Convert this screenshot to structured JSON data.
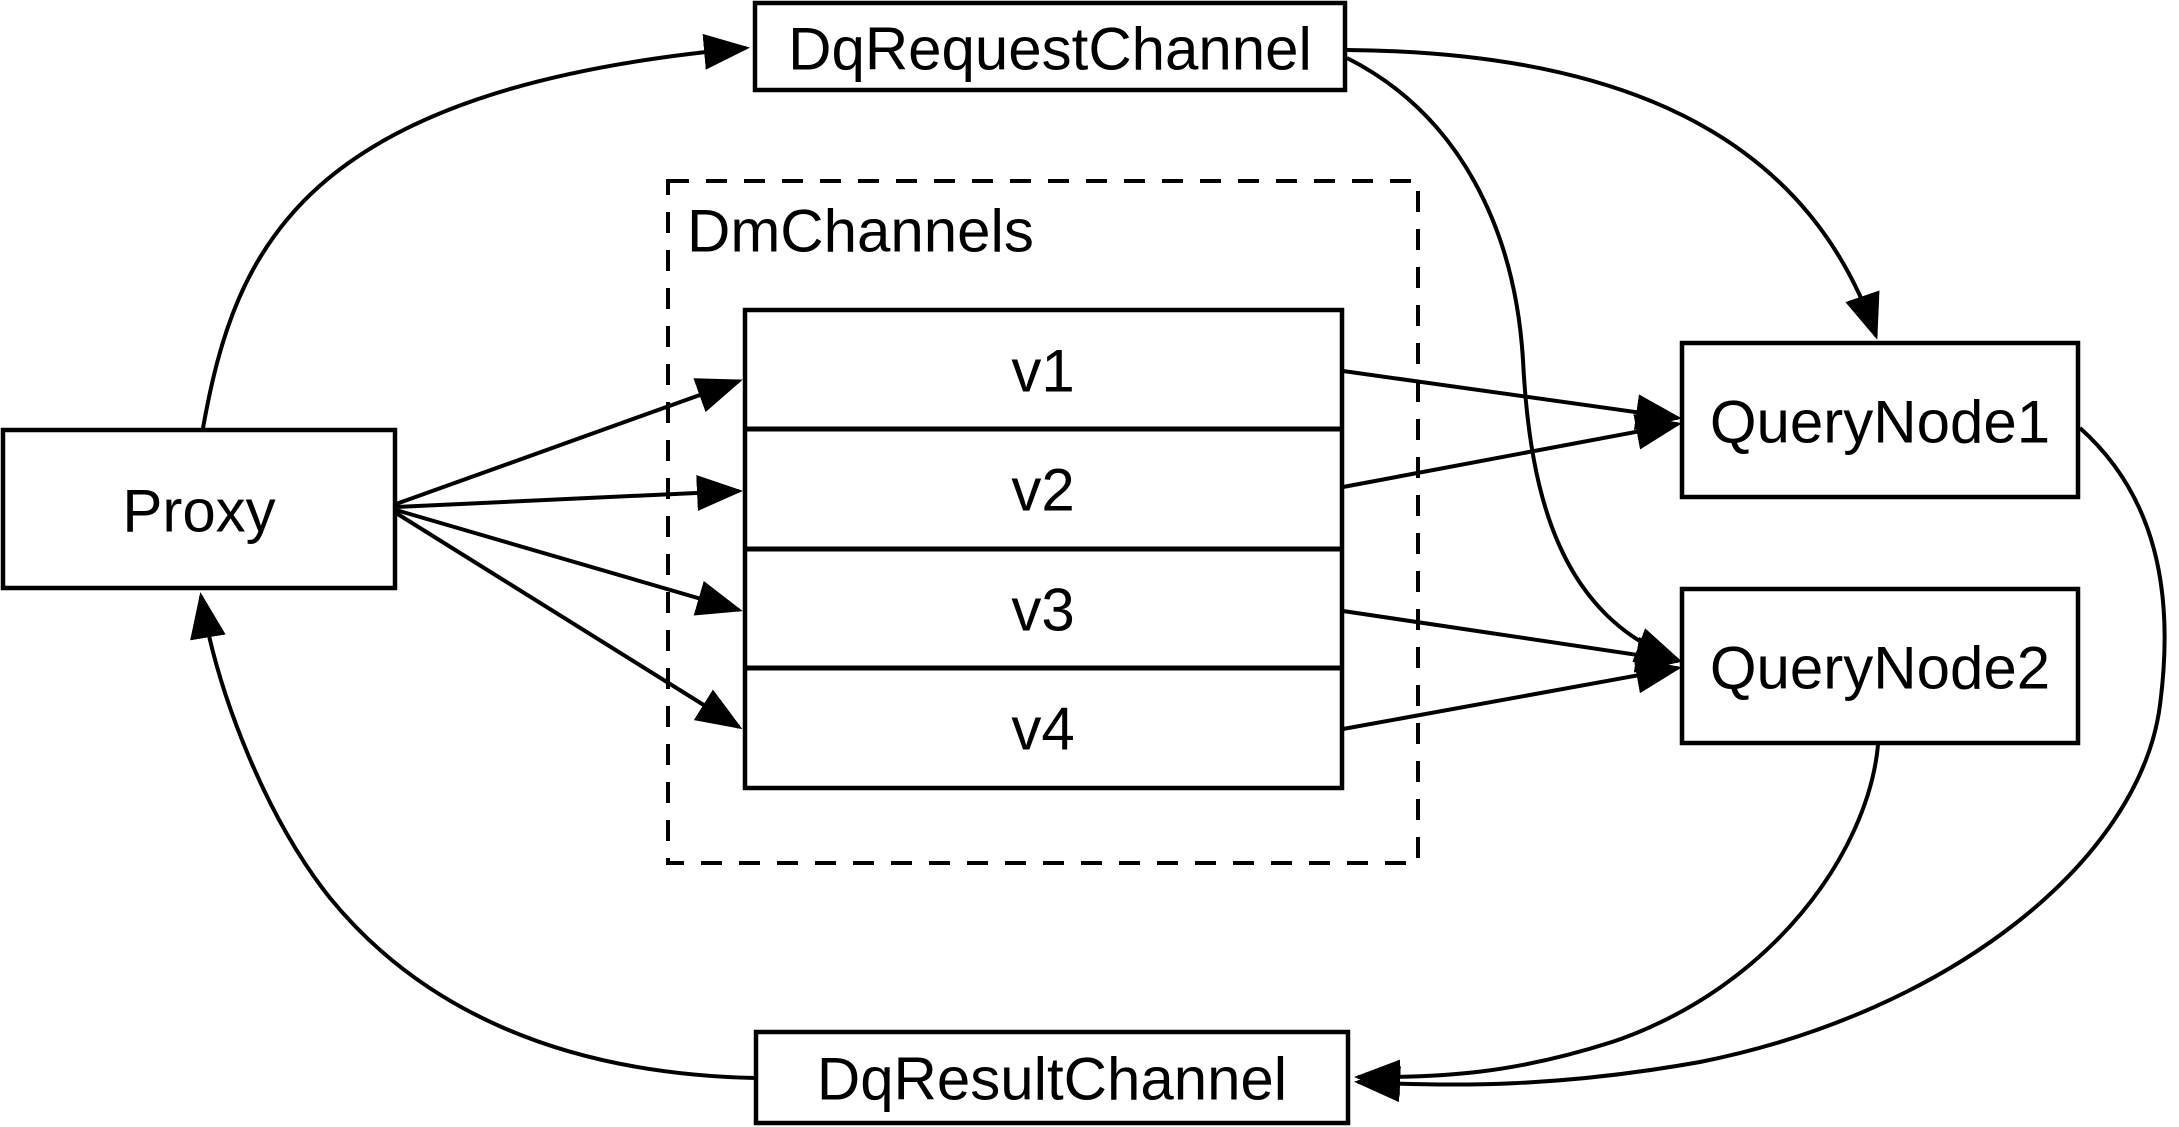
{
  "diagram": {
    "type": "flow-diagram",
    "colors": {
      "background": "#ffffff",
      "stroke": "#000000",
      "text": "#000000"
    },
    "nodes": {
      "proxy": {
        "label": "Proxy"
      },
      "dq_request_channel": {
        "label": "DqRequestChannel"
      },
      "dm_channels": {
        "label": "DmChannels",
        "channels": [
          {
            "label": "v1"
          },
          {
            "label": "v2"
          },
          {
            "label": "v3"
          },
          {
            "label": "v4"
          }
        ]
      },
      "query_node_1": {
        "label": "QueryNode1"
      },
      "query_node_2": {
        "label": "QueryNode2"
      },
      "dq_result_channel": {
        "label": "DqResultChannel"
      }
    },
    "edges": [
      {
        "from": "Proxy",
        "to": "DqRequestChannel"
      },
      {
        "from": "DqRequestChannel",
        "to": "QueryNode1"
      },
      {
        "from": "DqRequestChannel",
        "to": "QueryNode2"
      },
      {
        "from": "Proxy",
        "to": "v1"
      },
      {
        "from": "Proxy",
        "to": "v2"
      },
      {
        "from": "Proxy",
        "to": "v3"
      },
      {
        "from": "Proxy",
        "to": "v4"
      },
      {
        "from": "v1",
        "to": "QueryNode1"
      },
      {
        "from": "v2",
        "to": "QueryNode1"
      },
      {
        "from": "v3",
        "to": "QueryNode2"
      },
      {
        "from": "v4",
        "to": "QueryNode2"
      },
      {
        "from": "QueryNode1",
        "to": "DqResultChannel"
      },
      {
        "from": "QueryNode2",
        "to": "DqResultChannel"
      },
      {
        "from": "DqResultChannel",
        "to": "Proxy"
      }
    ]
  }
}
